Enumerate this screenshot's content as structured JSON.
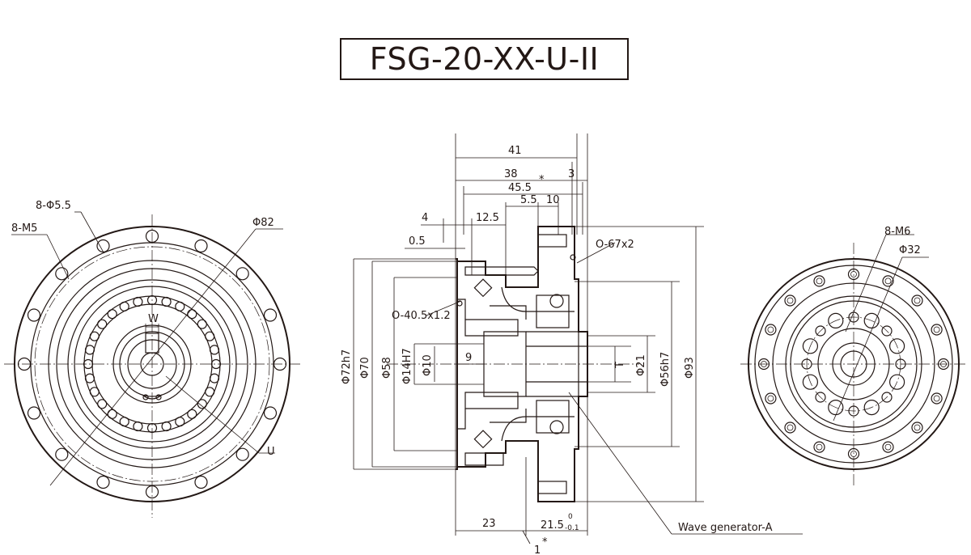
{
  "title": "FSG-20-XX-U-II",
  "left_view": {
    "labels": {
      "holes": "8-Φ5.5",
      "threads": "8-M5",
      "diameter": "Φ82",
      "key_width": "W",
      "key_label": "U"
    }
  },
  "front_view": {
    "top_dims": {
      "d41": "41",
      "d38": "38",
      "d3": "3",
      "d45_5": "45.5",
      "star": "*",
      "d5_5": "5.5",
      "d10": "10",
      "d4": "4",
      "d12_5": "12.5",
      "d0_5": "0.5"
    },
    "oring_right": "O-67x2",
    "oring_left": "O-40.5x1.2",
    "left_dims": {
      "d72h7": "Φ72h7",
      "d70": "Φ70",
      "d58": "Φ58",
      "d14H7": "Φ14H7",
      "d10": "Φ10",
      "d9": "9"
    },
    "right_dims": {
      "T": "T",
      "d21": "Φ21",
      "d56h7": "Φ56h7",
      "d93": "Φ93"
    },
    "bottom_dims": {
      "d23": "23",
      "d21_5": "21.5",
      "tol_upper": "0",
      "tol_lower": "-0.1",
      "d1": "1",
      "star": "*"
    },
    "callout": "Wave generator-A"
  },
  "right_view": {
    "labels": {
      "threads": "8-M6",
      "diameter": "Φ32"
    }
  }
}
